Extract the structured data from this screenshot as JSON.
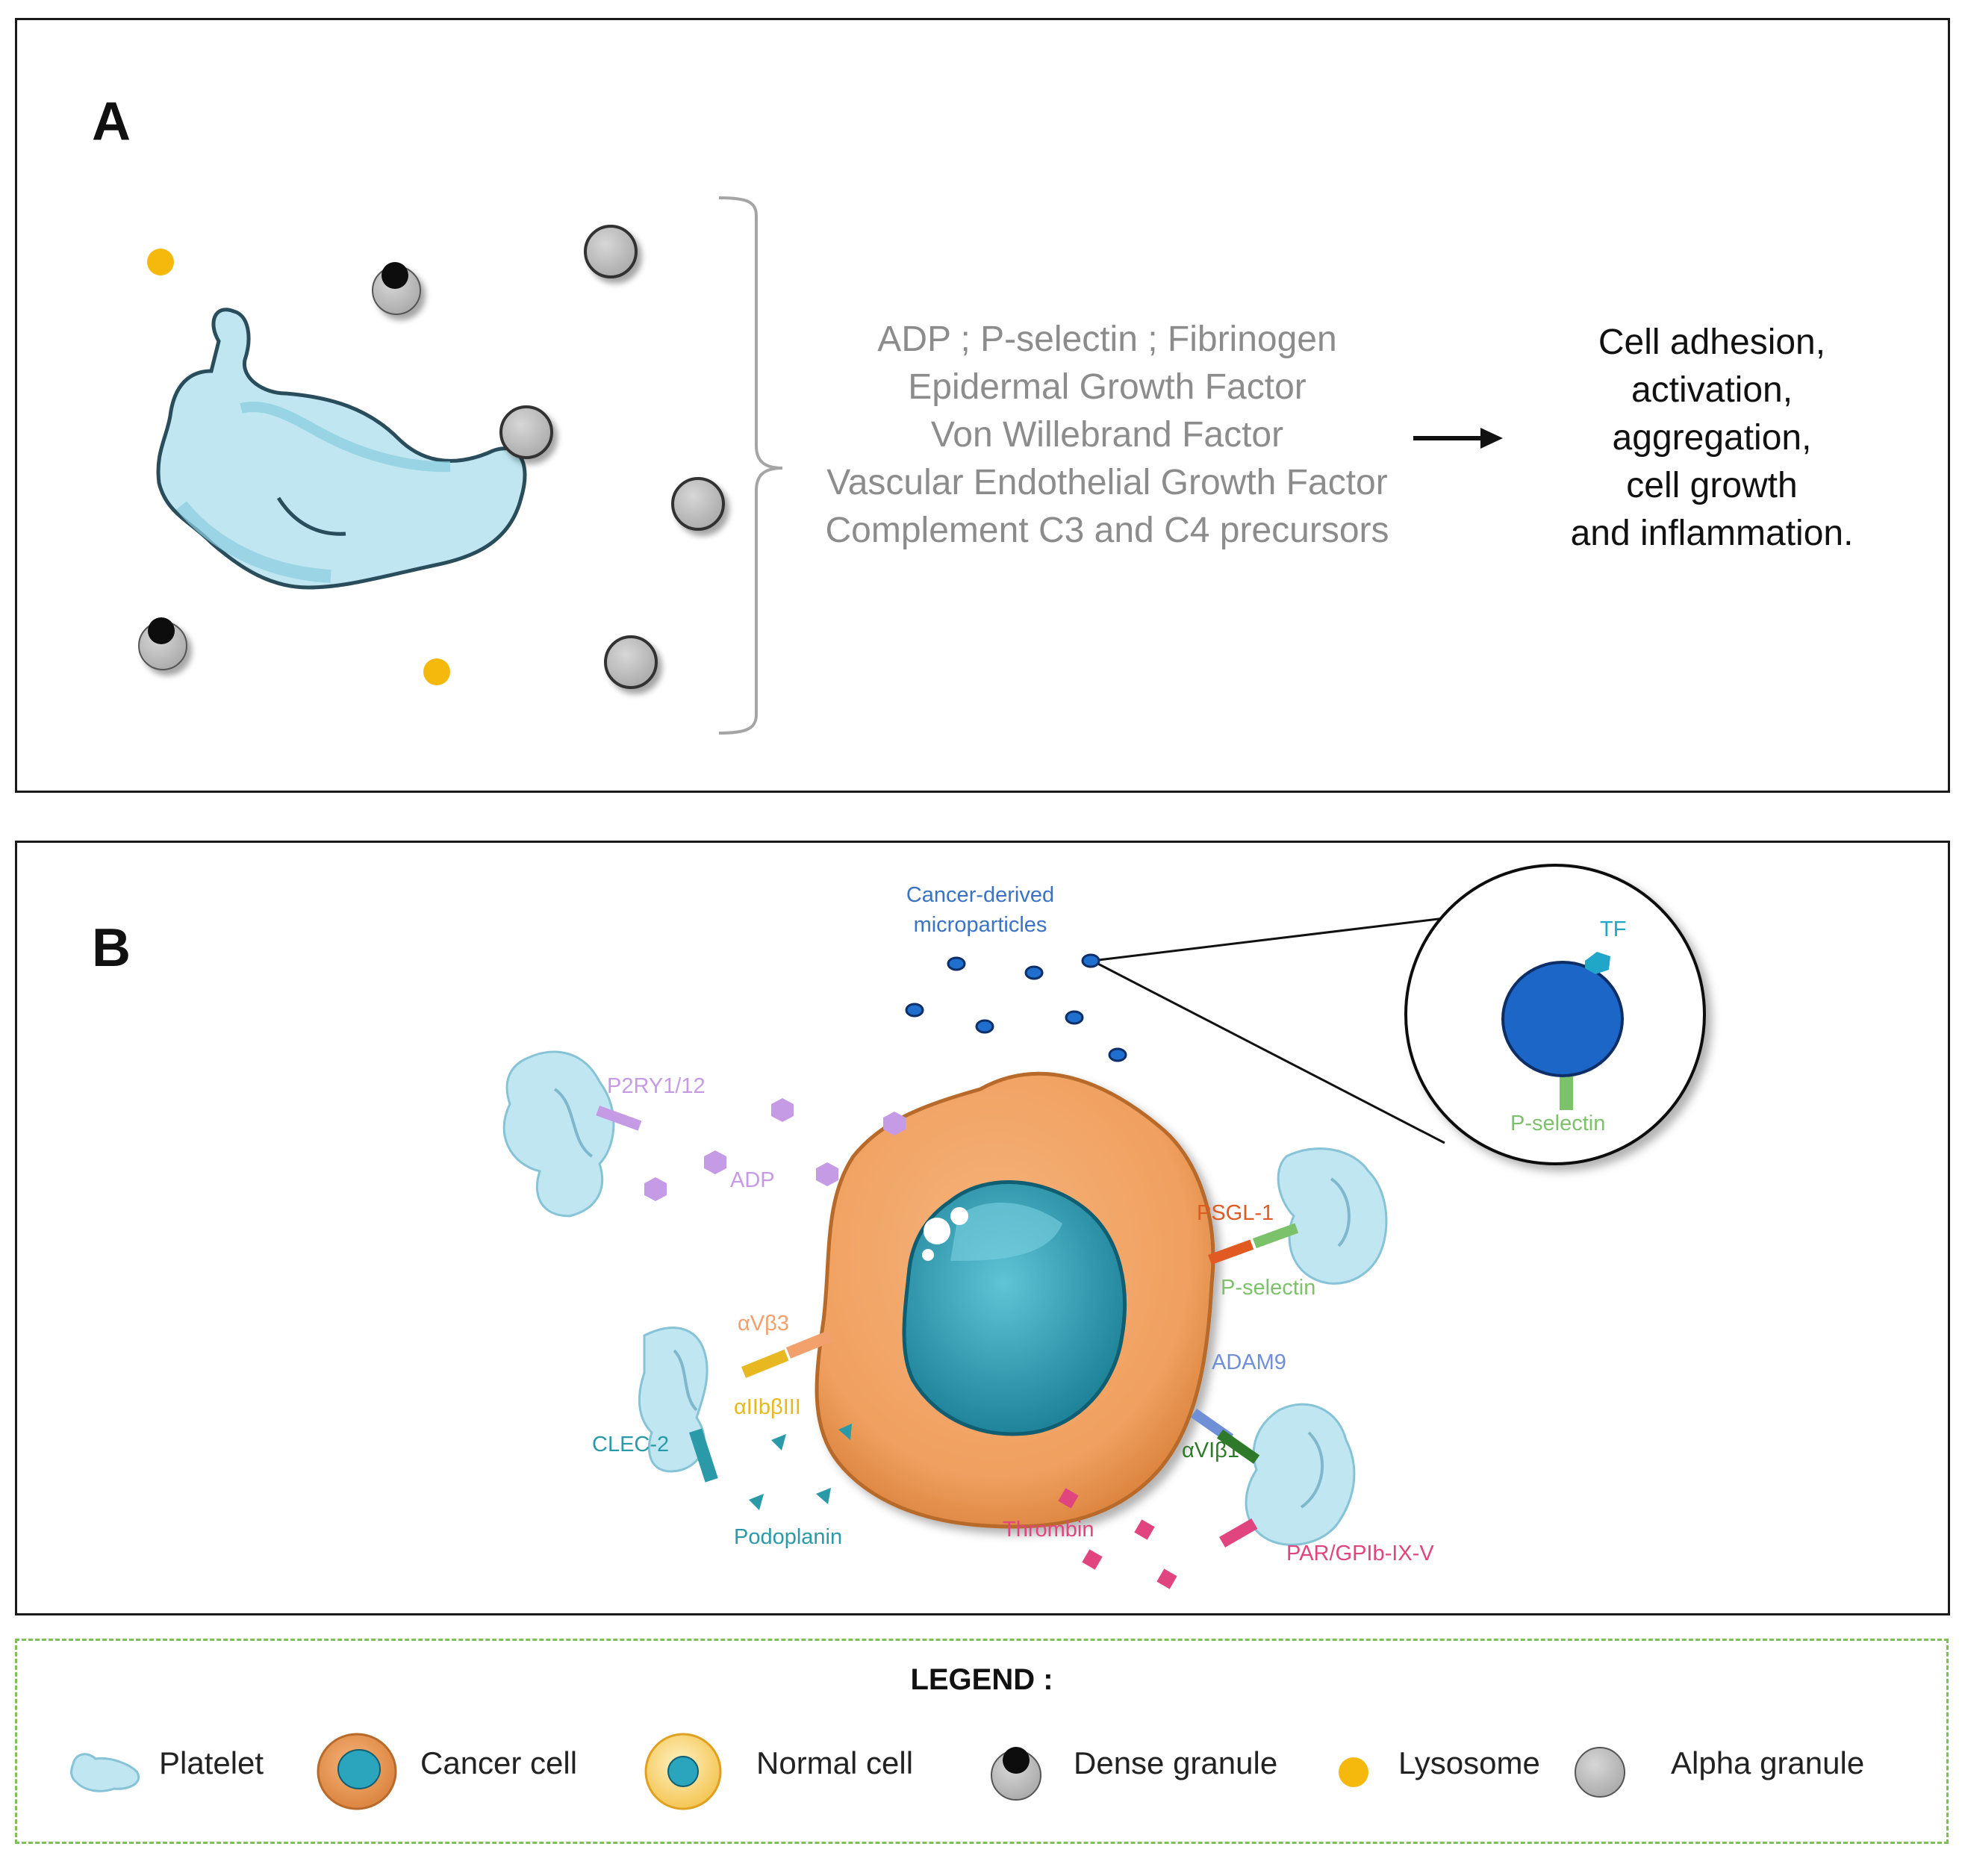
{
  "panel_a": {
    "label": "A",
    "secreted_factors": [
      "ADP ; P-selectin ; Fibrinogen",
      "Epidermal Growth Factor",
      "Von Willebrand Factor",
      "Vascular Endothelial Growth Factor",
      "Complement C3 and C4 precursors"
    ],
    "effects": [
      "Cell adhesion,",
      "activation,",
      "aggregation,",
      "cell growth",
      "and inflammation."
    ]
  },
  "panel_b": {
    "label": "B",
    "microparticles": "Cancer-derived microparticles",
    "microparticles_line1": "Cancer-derived",
    "microparticles_line2": "microparticles",
    "tf": "TF",
    "p_selectin_zoom": "P-selectin",
    "p2ry": "P2RY1/12",
    "adp": "ADP",
    "psgl": "PSGL-1",
    "p_selectin": "P-selectin",
    "avb3": "αVβ3",
    "aiibbiii": "αIIbβIII",
    "adam9": "ADAM9",
    "clec2": "CLEC-2",
    "avib1": "αVIβ1",
    "podoplanin": "Podoplanin",
    "thrombin": "Thrombin",
    "par": "PAR/GPIb-IX-V",
    "colors": {
      "purple": "#c59be6",
      "orange": "#f2a06c",
      "green": "#7cc26a",
      "blue": "#6f8fd6",
      "teal": "#2a9aa8",
      "pink": "#e0457f",
      "yellow": "#e8b820",
      "microparticle": "#1f6fcf"
    }
  },
  "legend": {
    "title": "LEGEND :",
    "items": [
      "Platelet",
      "Cancer cell",
      "Normal cell",
      "Dense granule",
      "Lysosome",
      "Alpha granule"
    ]
  }
}
